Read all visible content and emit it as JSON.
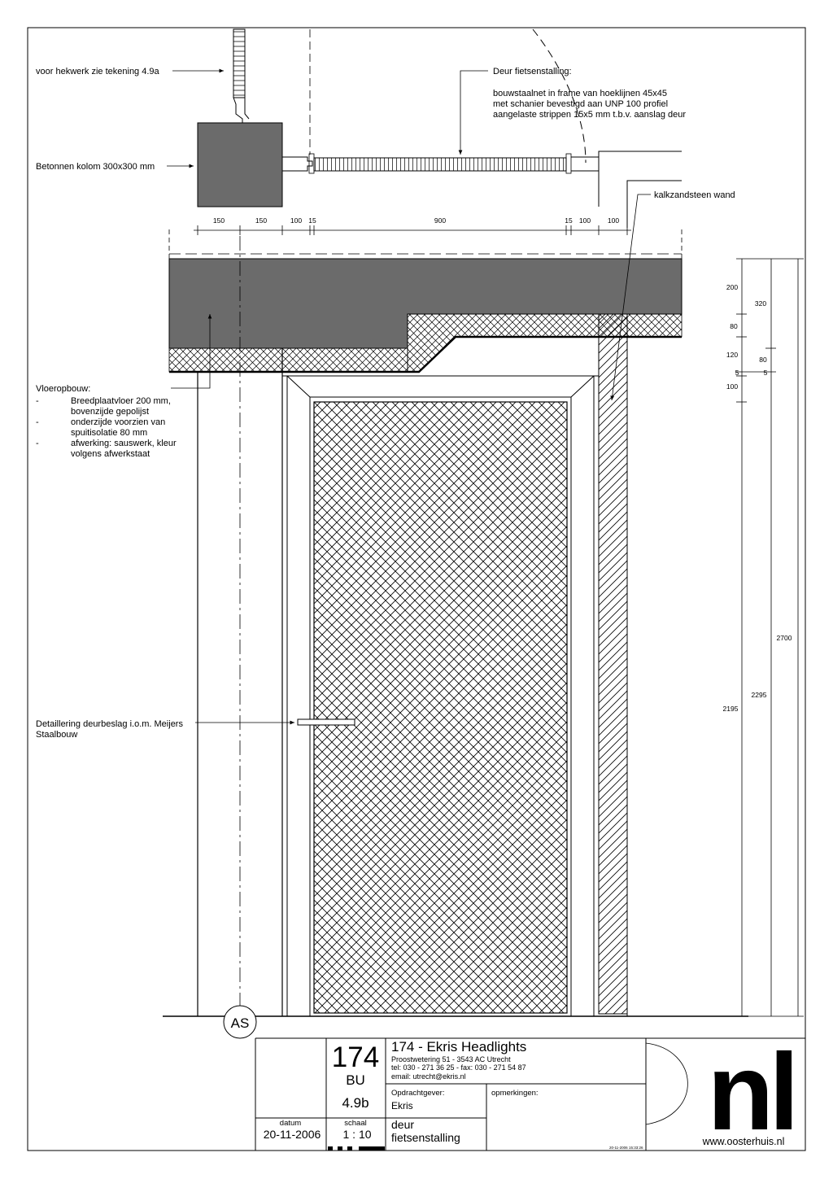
{
  "notes": {
    "hekwerk": "voor hekwerk zie tekening 4.9a",
    "kolom": "Betonnen kolom 300x300 mm",
    "deur_title": "Deur fietsenstalling:",
    "deur_lines": [
      "bouwstaalnet in frame van hoeklijnen 45x45",
      "met schanier bevestigd aan UNP 100 profiel",
      "aangelaste strippen 15x5 mm t.b.v. aanslag deur"
    ],
    "kalkzandsteen": "kalkzandsteen wand",
    "vloeropbouw_title": "Vloeropbouw:",
    "vloeropbouw_items": [
      [
        "Breedplaatvloer 200 mm,",
        "bovenzijde gepolijst"
      ],
      [
        "onderzijde voorzien van",
        "spuitisolatie 80 mm"
      ],
      [
        "afwerking: sauswerk, kleur",
        "volgens afwerkstaat"
      ]
    ],
    "bullet": "-",
    "deurbeslag": [
      "Detaillering deurbeslag i.o.m. Meijers",
      "Staalbouw"
    ],
    "as_label": "AS"
  },
  "plan_dims": [
    "150",
    "150",
    "100",
    "15",
    "900",
    "15",
    "100",
    "100"
  ],
  "height_dims": {
    "col1": [
      "200",
      "80",
      "120",
      "5",
      "100",
      "2195"
    ],
    "col2": [
      "320",
      "80",
      "5",
      "2295"
    ],
    "col3": [
      "2700"
    ]
  },
  "title_block": {
    "number": "174",
    "code": "BU",
    "sheet": "4.9b",
    "project": "174 - Ekris Headlights",
    "address": "Proostwetering 51 - 3543 AC Utrecht",
    "phone": "tel: 030 - 271 36 25 - fax: 030 - 271 54 87",
    "email": "email: utrecht@ekris.nl",
    "client_label": "Opdrachtgever:",
    "client": "Ekris",
    "remarks_label": "opmerkingen:",
    "date_label": "datum",
    "date": "20-11-2006",
    "scale_label": "schaal",
    "scale": "1 : 10",
    "drawing_title": [
      "deur",
      "fietsenstalling"
    ],
    "print_stamp": "20-11-2006 15:33:26",
    "logo": "nl",
    "website": "www.oosterhuis.nl"
  }
}
